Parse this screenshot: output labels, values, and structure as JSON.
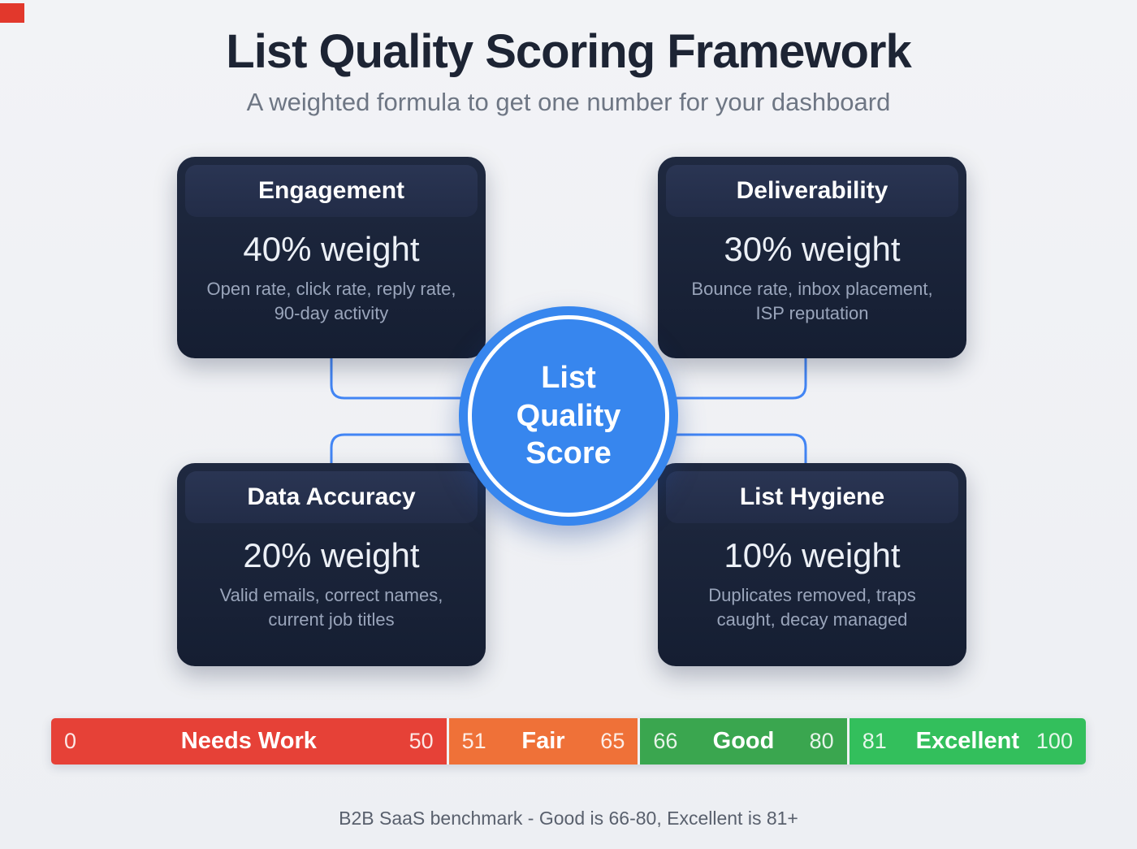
{
  "page": {
    "title": "List Quality Scoring Framework",
    "subtitle": "A weighted formula to get one number for your dashboard",
    "footnote": "B2B SaaS benchmark - Good is 66-80, Excellent is 81+"
  },
  "center": {
    "lines": [
      "List",
      "Quality",
      "Score"
    ]
  },
  "cards": [
    {
      "title": "Engagement",
      "weight": "40% weight",
      "description": "Open rate, click rate, reply rate, 90-day activity"
    },
    {
      "title": "Deliverability",
      "weight": "30% weight",
      "description": "Bounce rate, inbox placement, ISP reputation"
    },
    {
      "title": "Data Accuracy",
      "weight": "20% weight",
      "description": "Valid emails, correct names, current job titles"
    },
    {
      "title": "List Hygiene",
      "weight": "10% weight",
      "description": "Duplicates removed, traps caught, decay managed"
    }
  ],
  "scale": {
    "segments": [
      {
        "min": "0",
        "label": "Needs Work",
        "max": "50",
        "color": "#e64137"
      },
      {
        "min": "51",
        "label": "Fair",
        "max": "65",
        "color": "#ef7138"
      },
      {
        "min": "66",
        "label": "Good",
        "max": "80",
        "color": "#3aa64f"
      },
      {
        "min": "81",
        "label": "Excellent",
        "max": "100",
        "color": "#33bf5c"
      }
    ]
  },
  "colors": {
    "accent_blue": "#3786ee",
    "connector_blue": "#4285f4",
    "card_navy": "#1a2337",
    "title_navy": "#1d2434"
  }
}
